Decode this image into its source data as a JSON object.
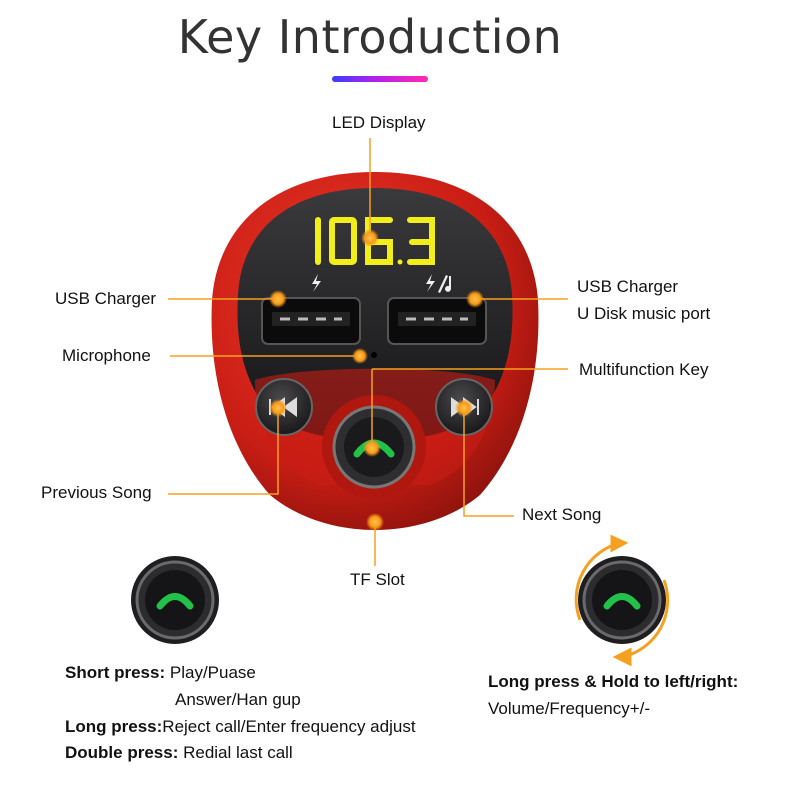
{
  "title": "Key Introduction",
  "display_value": "106.3",
  "labels": {
    "led_display": "LED Display",
    "usb_charger_left": "USB Charger",
    "usb_charger_right": "USB Charger",
    "u_disk_port": "U Disk music port",
    "microphone": "Microphone",
    "multifunction_key": "Multifunction Key",
    "previous_song": "Previous Song",
    "next_song": "Next Song",
    "tf_slot": "TF Slot"
  },
  "instructions": {
    "short_press_label": "Short press:",
    "short_press_value": "Play/Puase",
    "short_press_value2": "Answer/Han gup",
    "long_press_label": "Long press:",
    "long_press_value": "Reject call/Enter frequency adjust",
    "double_press_label": "Double press:",
    "double_press_value": "Redial last call",
    "hold_label": "Long press & Hold to left/right:",
    "hold_value": "Volume/Frequency+/-"
  },
  "colors": {
    "body_red": "#d8231a",
    "callout_orange": "#f5a020",
    "led_yellow": "#f2ee1a",
    "call_green": "#22c24a"
  }
}
